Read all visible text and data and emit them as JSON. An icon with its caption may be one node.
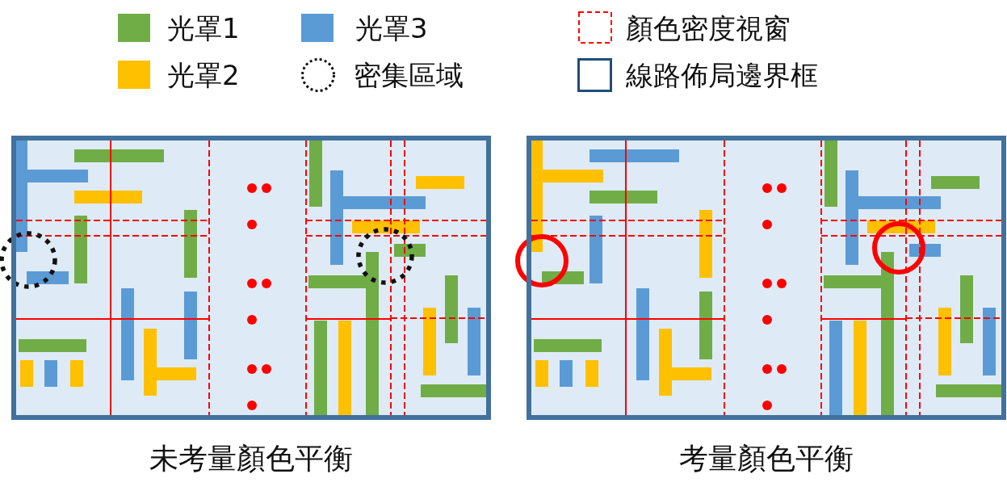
{
  "diagram": {
    "nodes": [
      {
        "text": [
          "未考量顏色平衡"
        ]
      },
      {
        "text": [
          "考量顏色平衡"
        ]
      }
    ],
    "legend": [
      {
        "text": "光罩1",
        "color": "#70ad47"
      },
      {
        "text": "光罩2",
        "color": "#ffc000"
      },
      {
        "text": "光罩3",
        "color": "#5b9bd5"
      },
      {
        "text": "密集區域"
      },
      {
        "text": "顏色密度視窗"
      },
      {
        "text": "線路佈局邊界框"
      }
    ]
  }
}
